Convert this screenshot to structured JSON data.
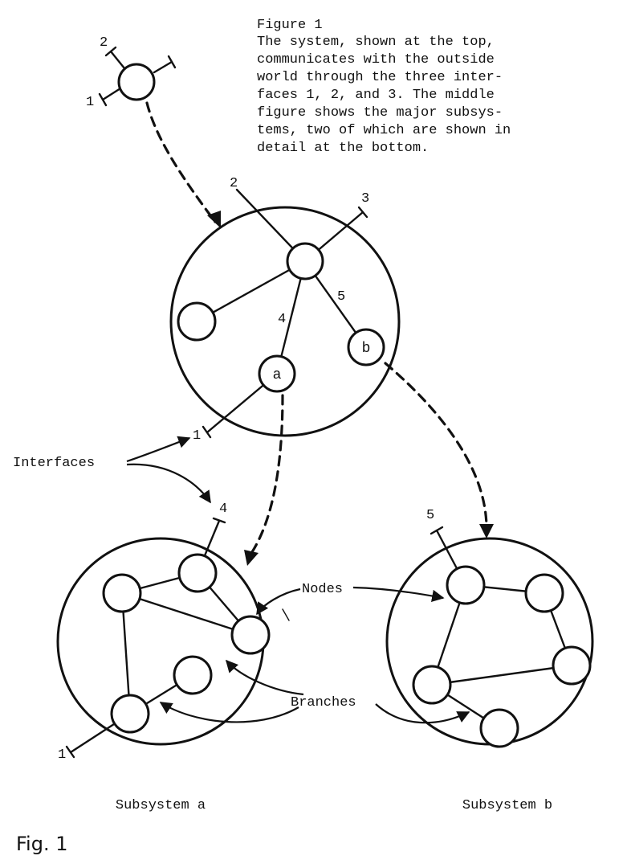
{
  "caption": {
    "heading": "Figure 1",
    "lines": [
      "The system, shown at the top,",
      "communicates with the outside",
      "world through the three inter-",
      "faces 1, 2, and 3.  The middle",
      "figure shows the major subsys-",
      "tems, two of which are shown in",
      "detail at the bottom."
    ]
  },
  "system": {
    "interface_labels": [
      "1",
      "2"
    ]
  },
  "middle": {
    "interface_labels": [
      "2",
      "3",
      "1"
    ],
    "branch_labels": [
      "4",
      "5"
    ],
    "node_labels": [
      "a",
      "b"
    ]
  },
  "subsystem_a": {
    "title": "Subsystem a",
    "interface_labels": [
      "4",
      "1"
    ]
  },
  "subsystem_b": {
    "title": "Subsystem b",
    "interface_labels": [
      "5"
    ]
  },
  "annotations": {
    "interfaces": "Interfaces",
    "nodes": "Nodes",
    "branches": "Branches"
  },
  "footer": {
    "label": "Fig. 1"
  }
}
